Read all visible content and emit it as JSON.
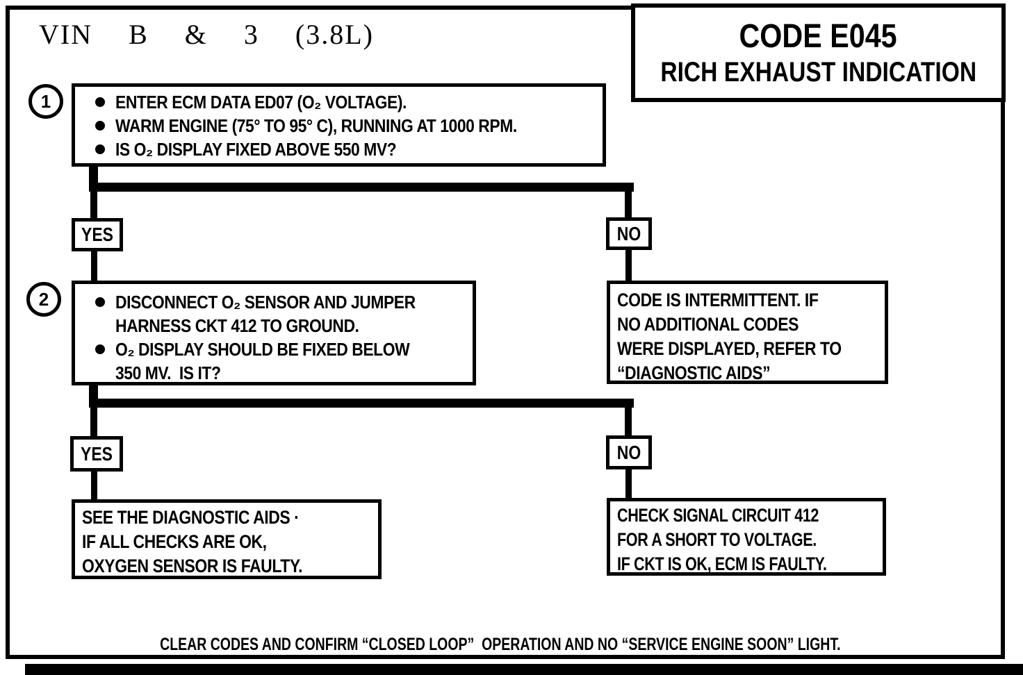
{
  "page": {
    "vin_label": "VIN  B  &  3  (3.8L)",
    "code_title": "CODE E045",
    "code_subtitle": "RICH EXHAUST INDICATION",
    "footer_note": "CLEAR CODES AND CONFIRM “CLOSED LOOP”  OPERATION AND NO “SERVICE ENGINE SOON” LIGHT.",
    "ink_color": "#000000",
    "paper_color": "#ffffff"
  },
  "flowchart": {
    "step1": {
      "number": "1",
      "bullets": [
        [
          "ENTER ECM DATA ED07 (O₂ VOLTAGE)."
        ],
        [
          "WARM ENGINE (75° TO 95° C), RUNNING AT 1000 RPM."
        ],
        [
          "IS O₂ DISPLAY FIXED ABOVE 550 MV?"
        ]
      ]
    },
    "branch1": {
      "yes": "YES",
      "no": "NO"
    },
    "step2": {
      "number": "2",
      "bullets": [
        [
          "DISCONNECT O₂ SENSOR AND JUMPER",
          "HARNESS CKT 412 TO GROUND."
        ],
        [
          "O₂ DISPLAY SHOULD BE FIXED BELOW",
          "350 MV.  IS IT?"
        ]
      ]
    },
    "branch2": {
      "yes": "YES",
      "no": "NO"
    },
    "code_intermittent": {
      "lines": [
        "CODE IS INTERMITTENT. IF",
        "NO ADDITIONAL CODES",
        "WERE DISPLAYED, REFER TO",
        "“DIAGNOSTIC AIDS”"
      ]
    },
    "see_diagnostic_aids": {
      "lines": [
        "SEE THE DIAGNOSTIC AIDS ·",
        "IF ALL CHECKS ARE OK,",
        "OXYGEN SENSOR IS FAULTY."
      ]
    },
    "check_signal_circuit": {
      "lines": [
        "CHECK SIGNAL CIRCUIT 412",
        "FOR A SHORT TO VOLTAGE.",
        "IF CKT IS OK, ECM IS FAULTY."
      ]
    }
  }
}
